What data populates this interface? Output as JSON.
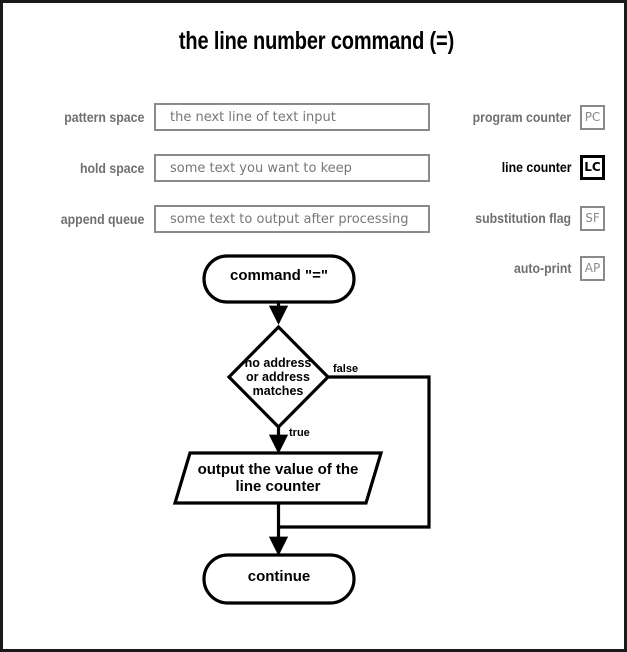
{
  "page": {
    "title": "the line number command (=)"
  },
  "state_panel": {
    "rows": [
      {
        "label": "pattern space",
        "value": "the next line of text input"
      },
      {
        "label": "hold space",
        "value": "some text you want to keep"
      },
      {
        "label": "append queue",
        "value": "some text to output after processing"
      }
    ]
  },
  "registers": {
    "rows": [
      {
        "label": "program counter",
        "abbr": "PC",
        "active": false
      },
      {
        "label": "line counter",
        "abbr": "LC",
        "active": true
      },
      {
        "label": "substitution flag",
        "abbr": "SF",
        "active": false
      },
      {
        "label": "auto-print",
        "abbr": "AP",
        "active": false
      }
    ]
  },
  "flowchart": {
    "nodes": {
      "start": "command \"=\"",
      "decision": "no address\nor address\nmatches",
      "output": "output the value of the\nline counter",
      "end": "continue"
    },
    "edge_labels": {
      "false": "false",
      "true": "true"
    }
  },
  "colors": {
    "frame": "#1a1a1a",
    "muted": "#6f6f6f",
    "field_border": "#8a8a8a",
    "placeholder": "#777777",
    "active": "#000000",
    "background": "#ffffff"
  }
}
